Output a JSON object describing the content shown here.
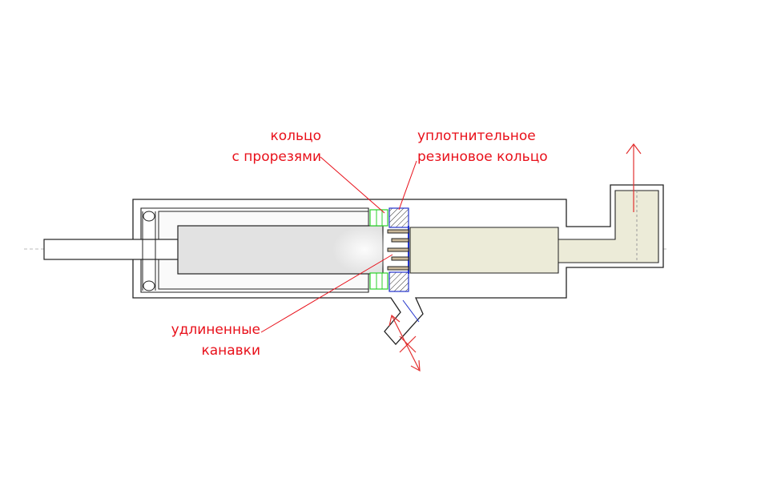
{
  "labels": {
    "slotted_ring": {
      "line1": "кольцо",
      "line2": "с прорезями"
    },
    "rubber_seal": {
      "line1": "уплотнительное",
      "line2": "резиновое кольцо"
    },
    "long_grooves": {
      "line1": "удлиненные",
      "line2": "канавки"
    }
  },
  "colors": {
    "label": "#e8101a",
    "leader": "#e8101a",
    "outline": "#222222",
    "piston": "#e2e2e2",
    "fluid": "#ecebd8",
    "ring_accent": "#2bd02b",
    "seal_accent": "#2233cc",
    "arrow": "#e23030"
  },
  "icons": {
    "outlet_arrow": "arrow-up-icon",
    "side_port_arrow": "arrow-diagonal-icon",
    "blocked_mark": "cross-icon"
  }
}
